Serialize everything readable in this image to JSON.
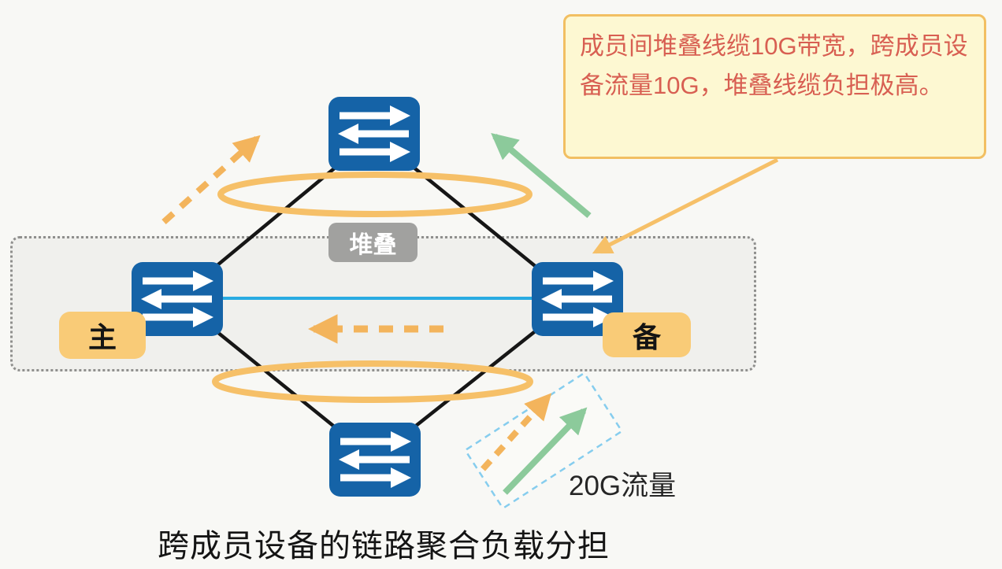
{
  "title": {
    "text": "跨成员设备的链路聚合负载分担"
  },
  "callout": {
    "text": "成员间堆叠线缆10G带宽，跨成员设备流量10G，堆叠线缆负担极高。"
  },
  "stack": {
    "label": "堆叠"
  },
  "nodes": {
    "master_badge": "主",
    "backup_badge": "备"
  },
  "legend": {
    "label": "20G流量"
  },
  "icons": {
    "switch": "switch-icon (blue square with bidirectional white arrows)"
  },
  "colors": {
    "background": "#f8f8f5",
    "switch_blue": "#1563a7",
    "link_black": "#161616",
    "stack_cable_blue": "#29abe2",
    "aggregation_orange": "#f6c068",
    "traffic_orange": "#f3b45c",
    "traffic_green": "#8cca9b",
    "callout_bg": "#fdf8d2",
    "callout_border": "#f2bf62",
    "callout_text": "#d85f52",
    "badge_bg": "#f9cb77",
    "stack_label_bg": "#a1a19f",
    "stack_region_bg": "#f0f0ed",
    "legend_box_border": "#86cdee"
  }
}
